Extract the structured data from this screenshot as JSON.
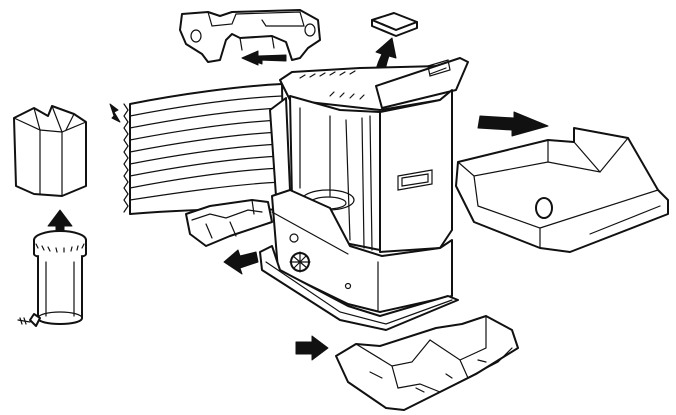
{
  "diagram": {
    "kind": "exploded-view",
    "background": "#ffffff",
    "line_color": "#111111",
    "parts": [
      "top-cover",
      "small-cap",
      "heater-body",
      "reflector",
      "side-panel-block",
      "wick-holder",
      "fuel-tank",
      "drip-tray",
      "base-tray",
      "front-guard"
    ],
    "arrows": [
      "arrow-to-top-cover",
      "arrow-up-from-lid",
      "arrow-to-side-block",
      "arrow-to-front-guard",
      "arrow-to-drip-tray",
      "arrow-up-to-wick-holder"
    ]
  }
}
